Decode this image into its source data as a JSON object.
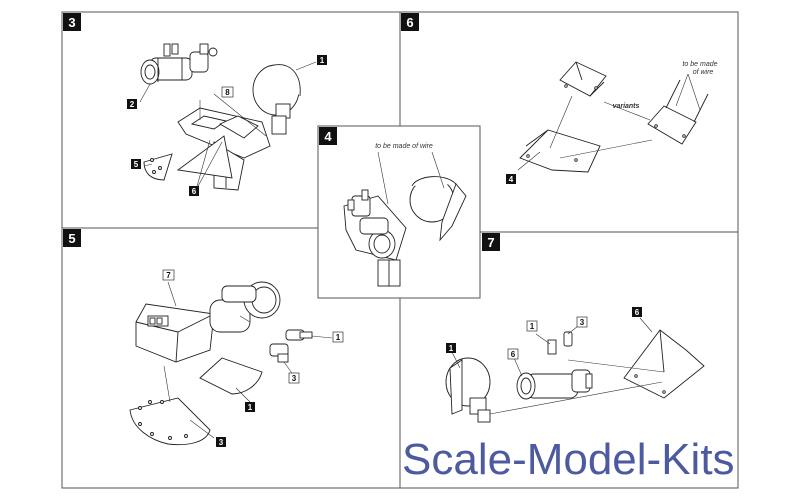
{
  "steps": {
    "s3": {
      "number": "3",
      "parts": {
        "p1": "1",
        "p2": "2",
        "p5": "5",
        "p6": "6",
        "p8": "8"
      }
    },
    "s4": {
      "number": "4",
      "note": "to be made of wire"
    },
    "s5": {
      "number": "5",
      "parts": {
        "p1": "1",
        "p3a": "3",
        "p1b": "1",
        "p3b": "3",
        "p7": "7"
      }
    },
    "s6": {
      "number": "6",
      "note_line1": "to be made",
      "note_line2": "of wire",
      "variants": "variants",
      "part": "4"
    },
    "s7": {
      "number": "7",
      "parts": {
        "p1a": "1",
        "p3": "3",
        "p1b": "1",
        "p6a": "6",
        "p6b": "6"
      }
    }
  },
  "watermark": "Scale-Model-Kits"
}
